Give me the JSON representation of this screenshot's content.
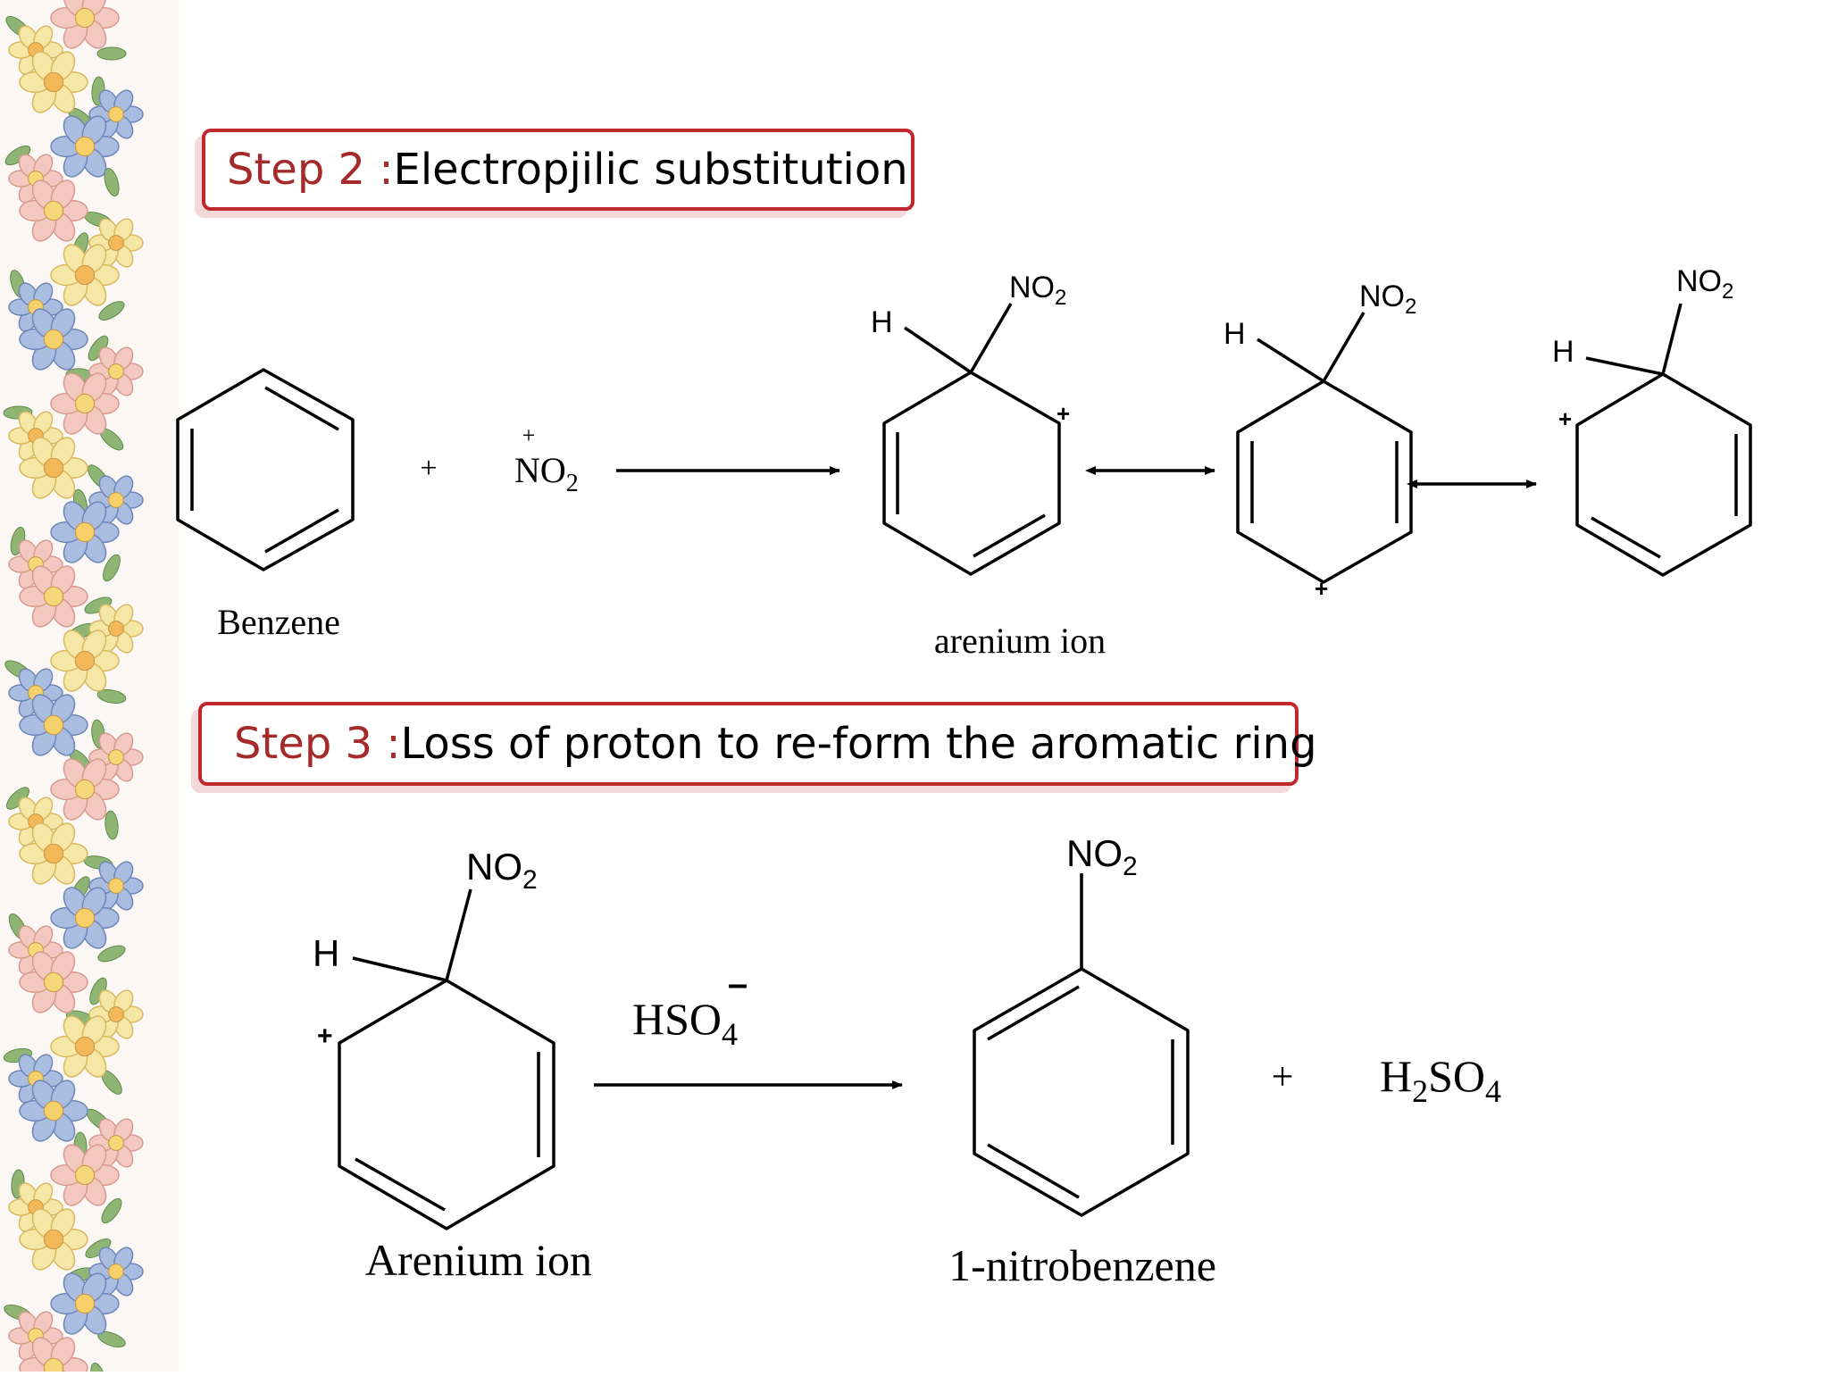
{
  "step2": {
    "prefix": "Step 2 : ",
    "title": "Electropjilic substitution"
  },
  "step3": {
    "prefix": "Step 3 : ",
    "title": "Loss of proton to re-form the aromatic ring"
  },
  "reaction1": {
    "plus": "+",
    "electrophile_charge": "+",
    "electrophile": "NO",
    "electrophile_sub": "2",
    "benzene_label": "Benzene",
    "arenium_label": "arenium ion",
    "group": "NO",
    "group_sub": "2",
    "h": "H",
    "charge": "+"
  },
  "reaction2": {
    "reagent": "HSO",
    "reagent_sub": "4",
    "reagent_charge": "–",
    "group": "NO",
    "group_sub": "2",
    "h": "H",
    "charge": "+",
    "arenium_label": "Arenium  ion",
    "product_label": "1-nitrobenzene",
    "plus": "+",
    "byproduct_a": "H",
    "byproduct_sub1": "2",
    "byproduct_b": "SO",
    "byproduct_sub2": "4"
  }
}
